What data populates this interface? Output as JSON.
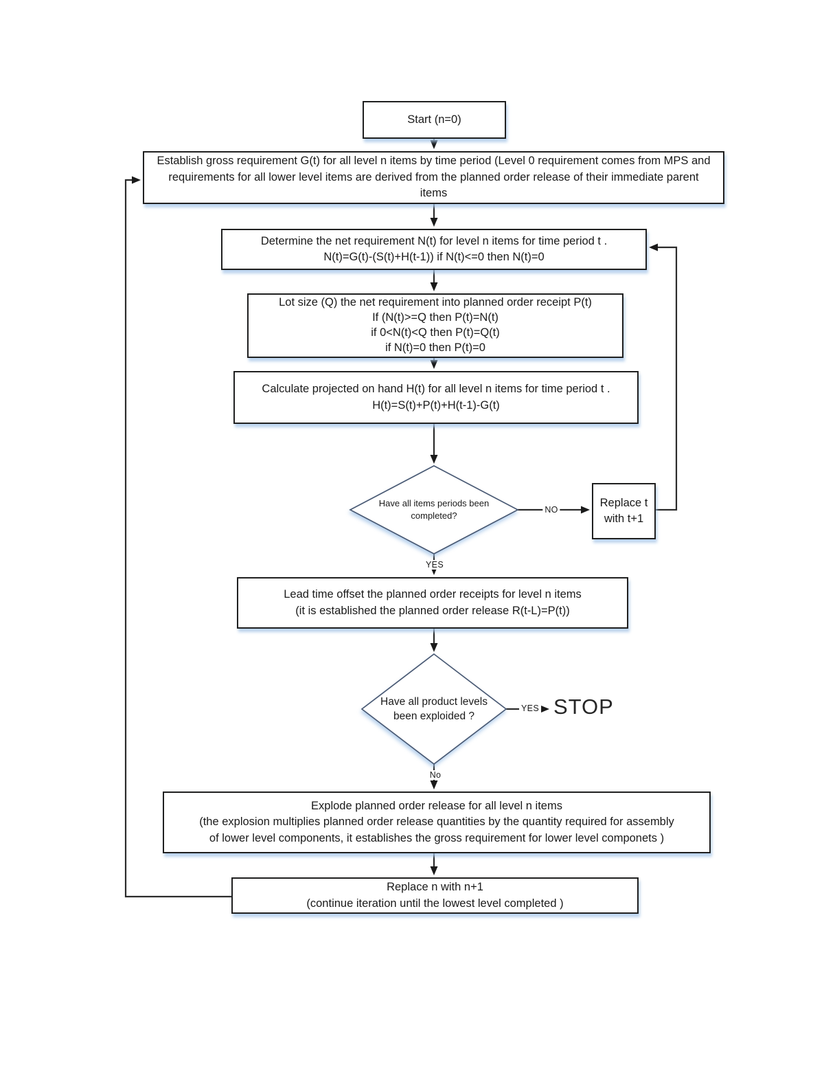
{
  "nodes": {
    "start": {
      "text": "Start (n=0)"
    },
    "establish": {
      "text": "Establish gross requirement G(t) for all level n items by time period  (Level 0 requirement comes from MPS and requirements for all lower level items are derived from the planned order release of their immediate parent items"
    },
    "determine": {
      "line1": "Determine the net requirement N(t) for level n items for time period t .",
      "line2": "N(t)=G(t)-(S(t)+H(t-1)) if N(t)<=0 then N(t)=0"
    },
    "lotsize": {
      "line1": "Lot size (Q) the net requirement into planned order receipt P(t)",
      "line2": "If (N(t)>=Q then P(t)=N(t)",
      "line3": "if 0<N(t)<Q then P(t)=Q(t)",
      "line4": "if N(t)=0 then P(t)=0"
    },
    "calculate": {
      "line1": "Calculate projected on hand H(t) for all level n items for time period t .",
      "line2": "H(t)=S(t)+P(t)+H(t-1)-G(t)"
    },
    "decision_periods": {
      "line1": "Have all items periods been",
      "line2": "completed?"
    },
    "replace_t": {
      "line1": "Replace t",
      "line2": "with t+1"
    },
    "leadtime": {
      "line1": "Lead time offset the planned order receipts for level n items",
      "line2": "(it is established the planned order release R(t-L)=P(t))"
    },
    "decision_levels": {
      "line1": "Have all product levels",
      "line2": "been exploided ?"
    },
    "explode": {
      "line1": "Explode planned order release for all level n items",
      "line2": "(the explosion multiplies planned order release quantities by the quantity required for assembly",
      "line3": "of lower level components, it establishes the gross requirement for lower level componets )"
    },
    "replace_n": {
      "line1": "Replace n with n+1",
      "line2": "(continue iteration until the lowest level completed   )"
    }
  },
  "labels": {
    "no_periods": "NO",
    "yes_periods": "YES",
    "yes_levels": "YES",
    "no_levels": "No",
    "stop": "STOP"
  },
  "colors": {
    "connector": "#2b2b2b",
    "box_border": "#1f1f1f",
    "diamond_border": "#4a5a74",
    "shadow": "#a5c6e8",
    "text": "#1a1a1a"
  }
}
